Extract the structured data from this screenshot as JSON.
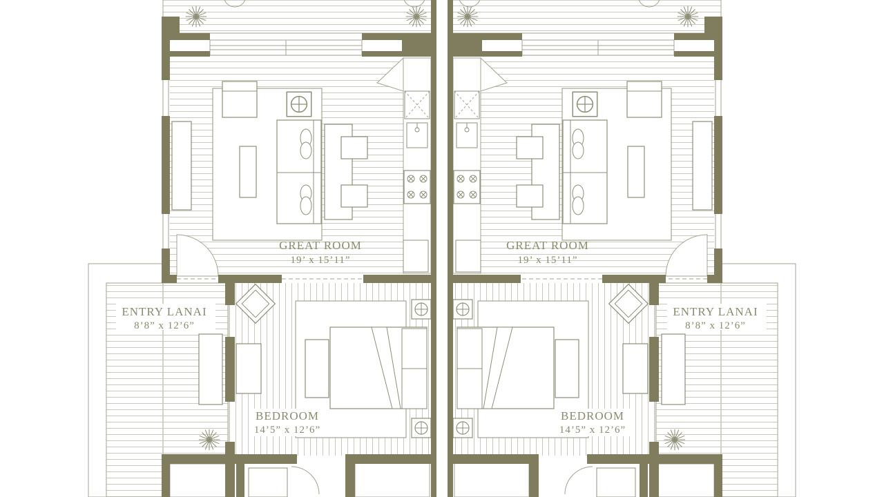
{
  "colors": {
    "wall": "#7f7d5e",
    "line": "#a3a38f",
    "light_line": "#c7c7b8",
    "text": "#8a8a6e",
    "background": "#ffffff"
  },
  "rooms": {
    "great_room_left": {
      "name": "GREAT ROOM",
      "dims": "19’ x 15’11”"
    },
    "great_room_right": {
      "name": "GREAT ROOM",
      "dims": "19’ x 15’11”"
    },
    "entry_lanai_left": {
      "name": "ENTRY LANAI",
      "dims": "8’8” x 12’6”"
    },
    "entry_lanai_right": {
      "name": "ENTRY LANAI",
      "dims": "8’8” x 12’6”"
    },
    "bedroom_left": {
      "name": "BEDROOM",
      "dims": "14’5” x 12’6”"
    },
    "bedroom_right": {
      "name": "BEDROOM",
      "dims": "14’5” x 12’6”"
    }
  },
  "icons": [
    "palm-plant-icon",
    "door-swing-icon",
    "stove-burner-icon",
    "sink-icon",
    "lamp-icon",
    "sofa-icon",
    "bed-icon",
    "chair-icon"
  ]
}
